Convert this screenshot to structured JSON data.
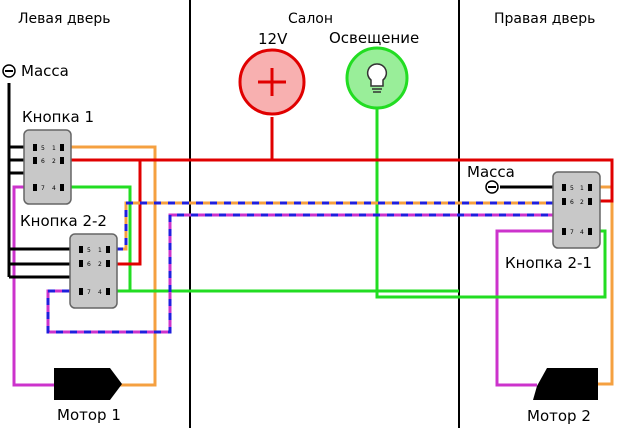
{
  "sections": {
    "left": "Левая дверь",
    "center": "Салон",
    "right": "Правая дверь"
  },
  "battery": {
    "label": "12V",
    "symbol": "+"
  },
  "lamp": {
    "label": "Освещение"
  },
  "ground_left": {
    "label": "Масса",
    "symbol": "−"
  },
  "ground_right": {
    "label": "Масса",
    "symbol": "−"
  },
  "button_1": {
    "label": "Кнопка 1",
    "pins": [
      "5",
      "1",
      "6",
      "2",
      "7",
      "4"
    ]
  },
  "button_22": {
    "label": "Кнопка 2-2",
    "pins": [
      "5",
      "1",
      "6",
      "2",
      "7",
      "4"
    ]
  },
  "button_21": {
    "label": "Кнопка 2-1",
    "pins": [
      "5",
      "1",
      "6",
      "2",
      "7",
      "4"
    ]
  },
  "motor_1": {
    "label": "Мотор 1"
  },
  "motor_2": {
    "label": "Мотор 2"
  },
  "colors": {
    "red": "#e00000",
    "green": "#22dd22",
    "orange": "#f5a040",
    "magenta": "#cc33cc",
    "blue": "#1f1fdd",
    "black": "#000000",
    "button_fill": "#c8c8c8",
    "battery_fill": "#f8b0b0",
    "lamp_fill": "#99ee99"
  }
}
